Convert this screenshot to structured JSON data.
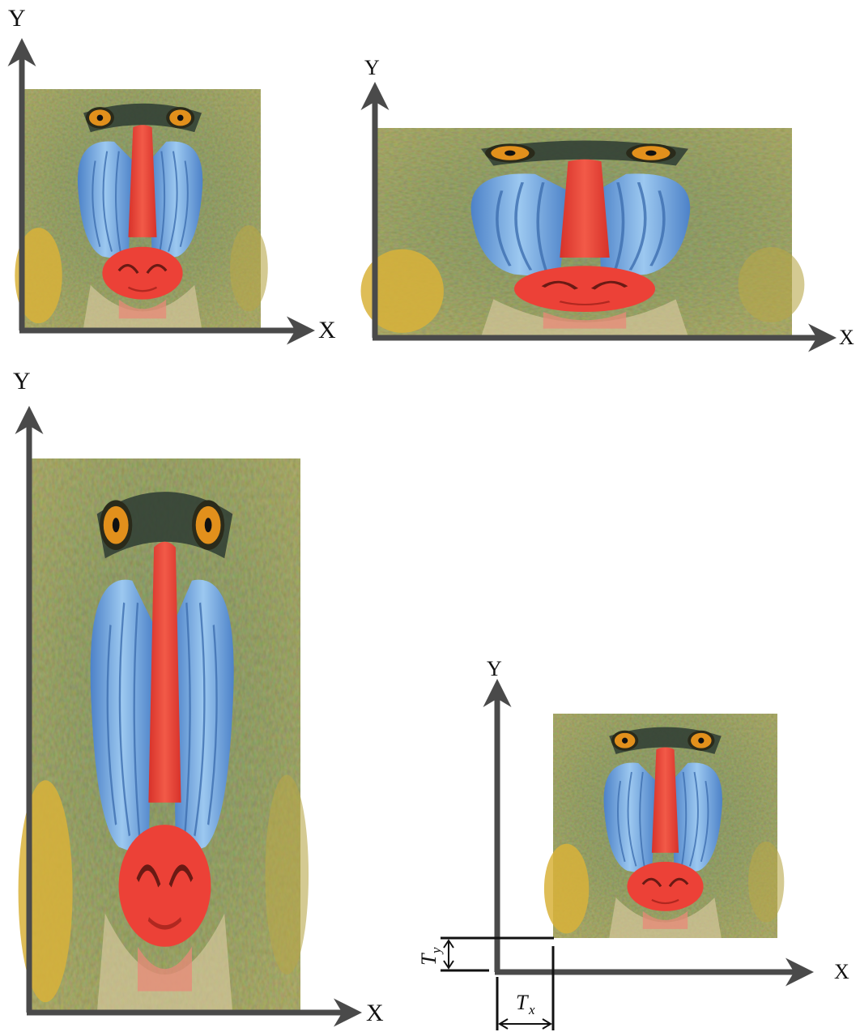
{
  "panels": [
    {
      "id": "original",
      "x_label": "X",
      "y_label": "Y"
    },
    {
      "id": "scaled-horizontal",
      "x_label": "X",
      "y_label": "Y"
    },
    {
      "id": "scaled-vertical",
      "x_label": "X",
      "y_label": "Y"
    },
    {
      "id": "translated",
      "x_label": "X",
      "y_label": "Y"
    }
  ],
  "translation": {
    "tx_main": "T",
    "tx_sub": "x",
    "ty_main": "T",
    "ty_sub": "y"
  },
  "image_subject": "mandrill-face",
  "colors": {
    "axis": "#4a4a4a",
    "fur": "#6f7a3c",
    "muzzle_blue": "#7eb3e6",
    "nose_red": "#ec4137",
    "eye": "#e2901c",
    "beard": "#d8c9a0"
  }
}
